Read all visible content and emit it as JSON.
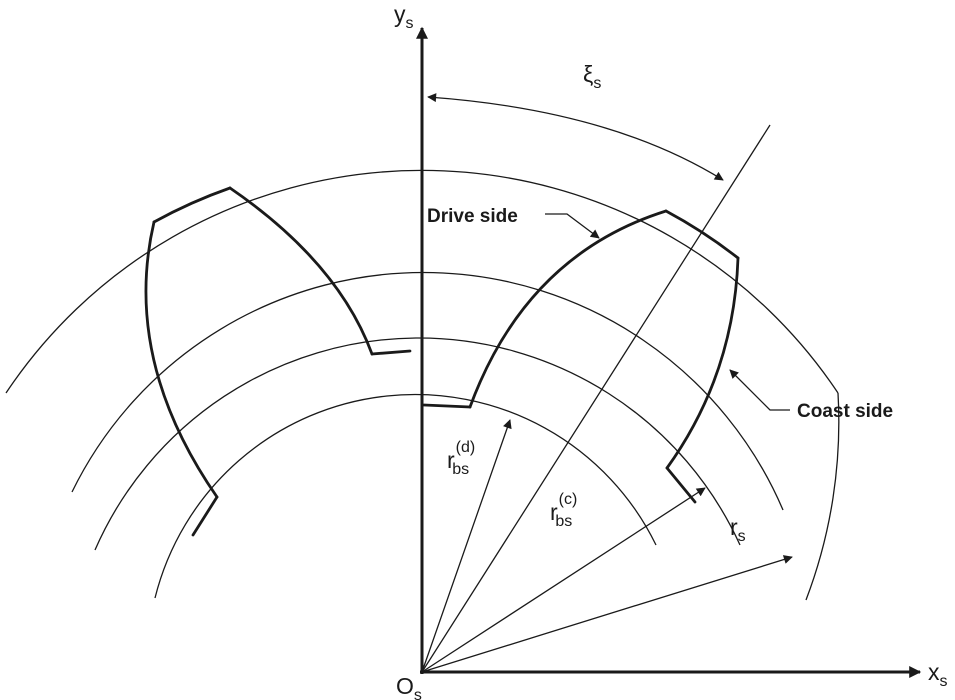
{
  "axes": {
    "y_label": "y",
    "y_subscript": "s",
    "x_label": "x",
    "x_subscript": "s",
    "origin_label": "O",
    "origin_subscript": "s"
  },
  "labels": {
    "angle_symbol": "ξ",
    "angle_subscript": "s",
    "drive_side": "Drive side",
    "coast_side": "Coast side",
    "r_drive_main": "r",
    "r_drive_sub": "bs",
    "r_drive_sup": "(d)",
    "r_coast_main": "r",
    "r_coast_sub": "bs",
    "r_coast_sup": "(c)",
    "r_outer_main": "r",
    "r_outer_sub": "s"
  },
  "colors": {
    "ink": "#1a1a1a",
    "background": "#ffffff"
  }
}
